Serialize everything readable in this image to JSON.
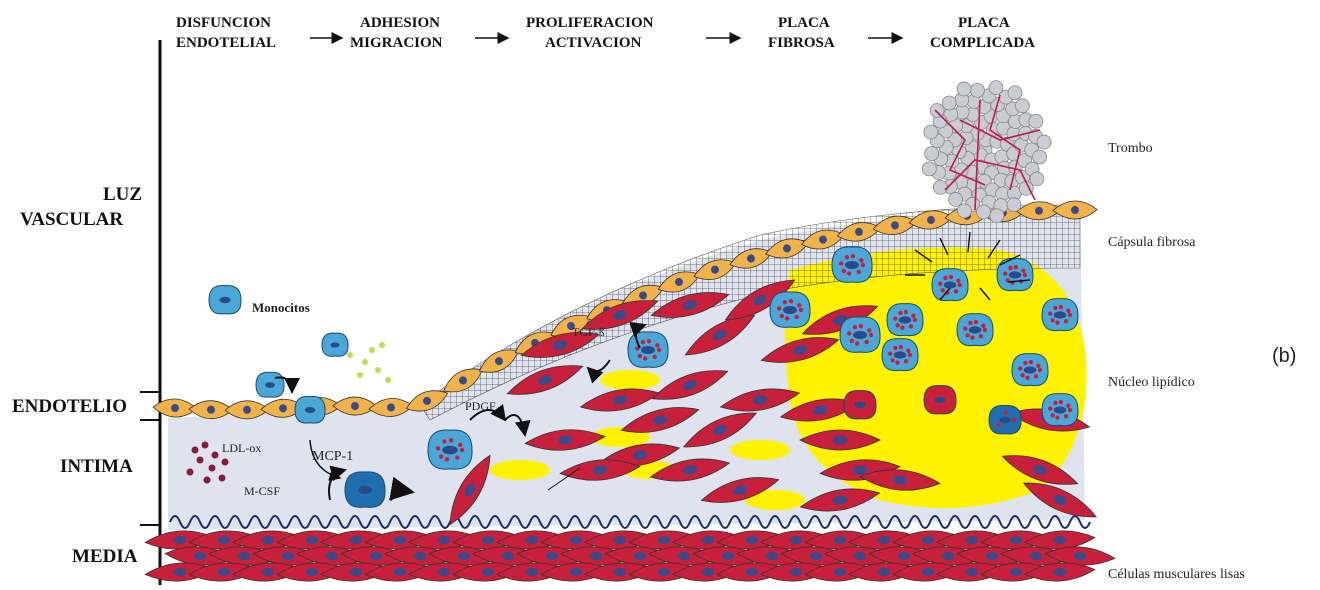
{
  "stages": [
    "DISFUNCION",
    "ENDOTELIAL",
    "ADHESION",
    "MIGRACION",
    "PROLIFERACION",
    "ACTIVACION",
    "PLACA",
    "FIBROSA",
    "PLACA",
    "COMPLICADA"
  ],
  "regions": {
    "luz_1": "LUZ",
    "luz_2": "VASCULAR",
    "endotelio": "ENDOTELIO",
    "intima": "INTIMA",
    "media": "MEDIA"
  },
  "right_labels": {
    "trombo": "Trombo",
    "capsula": "Cápsula fibrosa",
    "nucleo": "Núcleo lipídico",
    "celulas": "Células musculares lisas"
  },
  "cell_labels": {
    "monocitos": "Monocitos",
    "ldl": "LDL-ox",
    "mcp": "MCP-1",
    "mcsf": "M-CSF",
    "pdgf": "PDGF",
    "tgf": "TGF-ß"
  },
  "panel_tag": "(b)",
  "colors": {
    "endothelium": "#f2b24a",
    "smc": "#c8203a",
    "macrophage": "#4aa8d8",
    "lipid": "#fff200",
    "intima": "#dfe3ee",
    "cap_grid": "#555555",
    "thrombus": "#c9ccd3",
    "fibrin": "#c0185a"
  }
}
